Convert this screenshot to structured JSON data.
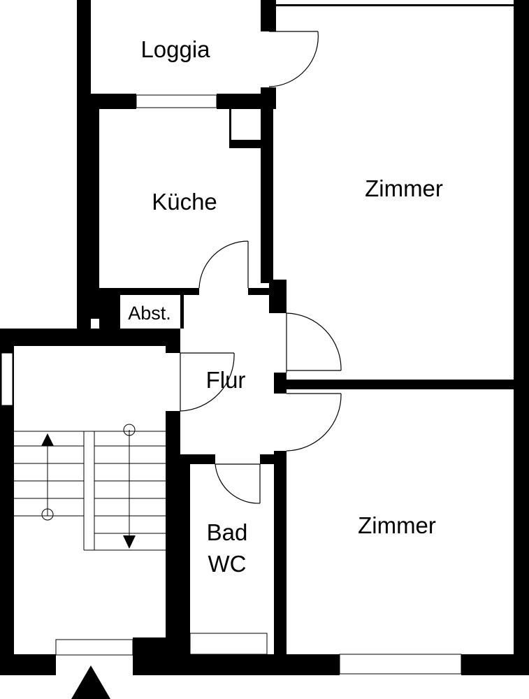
{
  "rooms": {
    "loggia": "Loggia",
    "kueche": "Küche",
    "zimmer_top": "Zimmer",
    "abstellraum": "Abst.",
    "flur": "Flur",
    "bad_line1": "Bad",
    "bad_line2": "WC",
    "zimmer_bottom": "Zimmer"
  },
  "colors": {
    "wall": "#000000",
    "background": "#ffffff",
    "window": "#ffffff"
  }
}
